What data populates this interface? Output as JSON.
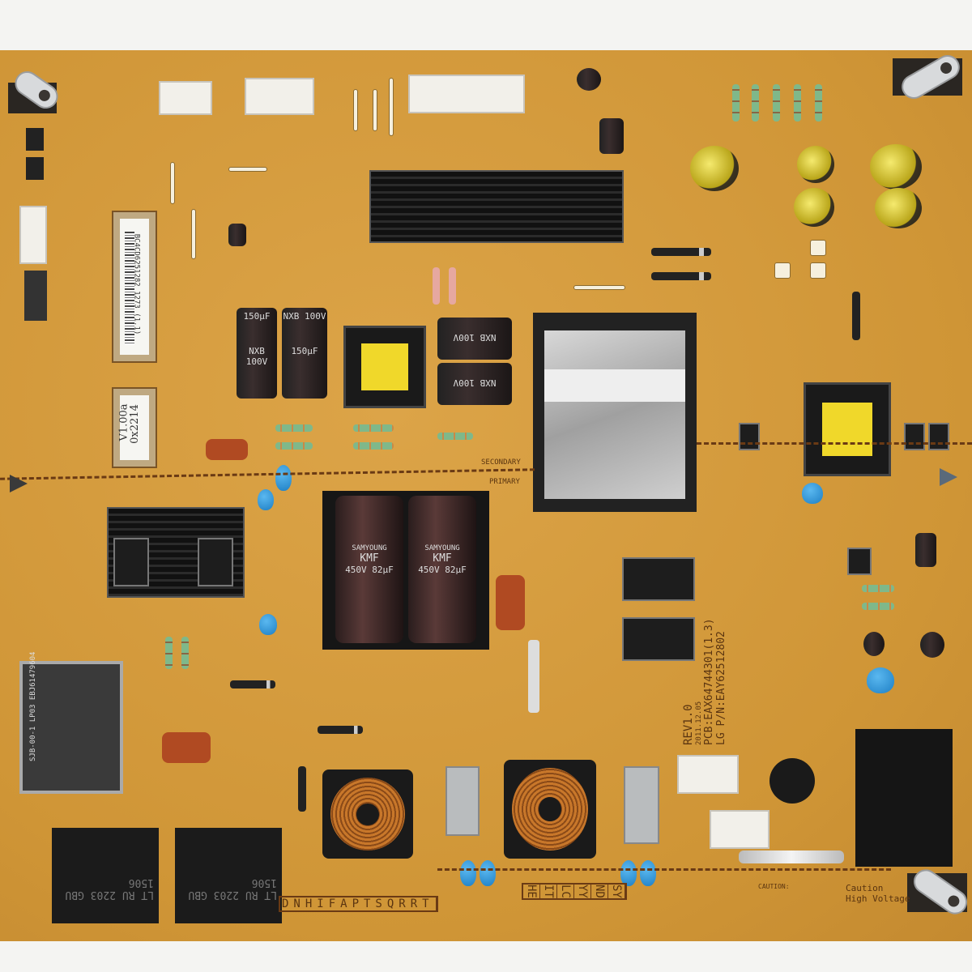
{
  "labels": {
    "serial_label": "BC4CD6251282 1273 (1.1)",
    "version": "V1.00a",
    "checksum": "0x2214"
  },
  "silkscreen": {
    "secondary": "SECONDARY",
    "primary": "PRIMARY",
    "rev": "REV1.0",
    "date": "2011.12.05",
    "pcb": "PCB:EAX64744301(1.3)",
    "part_no": "LG P/N:EAY62512802",
    "caution_small": "CAUTION:",
    "caution_title": "Caution",
    "caution_sub": "High Voltage",
    "letters_row": "DNHIFAPTSQRRT",
    "letter_columns": [
      "HE",
      "IT",
      "LC",
      "YY",
      "ND",
      "SY"
    ]
  },
  "capacitors": {
    "nxb_value": "150µF",
    "nxb_rating": "NXB 100V",
    "kmf_brand": "SAMYOUNG",
    "kmf_series": "KMF",
    "kmf_rating": "450V 82µF"
  },
  "bridges": {
    "left": "LT RU 2203 GBU 1506",
    "right": "LT RU 2203 GBU 1506"
  },
  "transformer_label": "SJB-00-1 LP03 EBJ61479604",
  "colors": {
    "pcb": "#d49a3c",
    "silkscreen": "#5a3410",
    "heatsink": "#1a1a1a",
    "y_capacitor": "#1e7fc4"
  }
}
